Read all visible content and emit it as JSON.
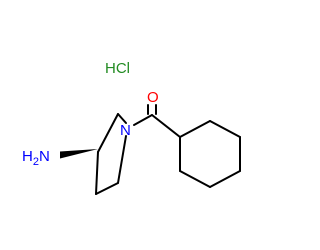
{
  "molecule": {
    "salt": {
      "text": "HCl",
      "color": "#228B22"
    },
    "amine": {
      "main": "H",
      "subscript": "2",
      "atom": "N",
      "color": "#0000FF"
    },
    "ring_nitrogen": {
      "text": "N",
      "color": "#0000FF"
    },
    "carbonyl_oxygen": {
      "text": "O",
      "color": "#FF0000"
    },
    "bond_color": "#000000"
  }
}
